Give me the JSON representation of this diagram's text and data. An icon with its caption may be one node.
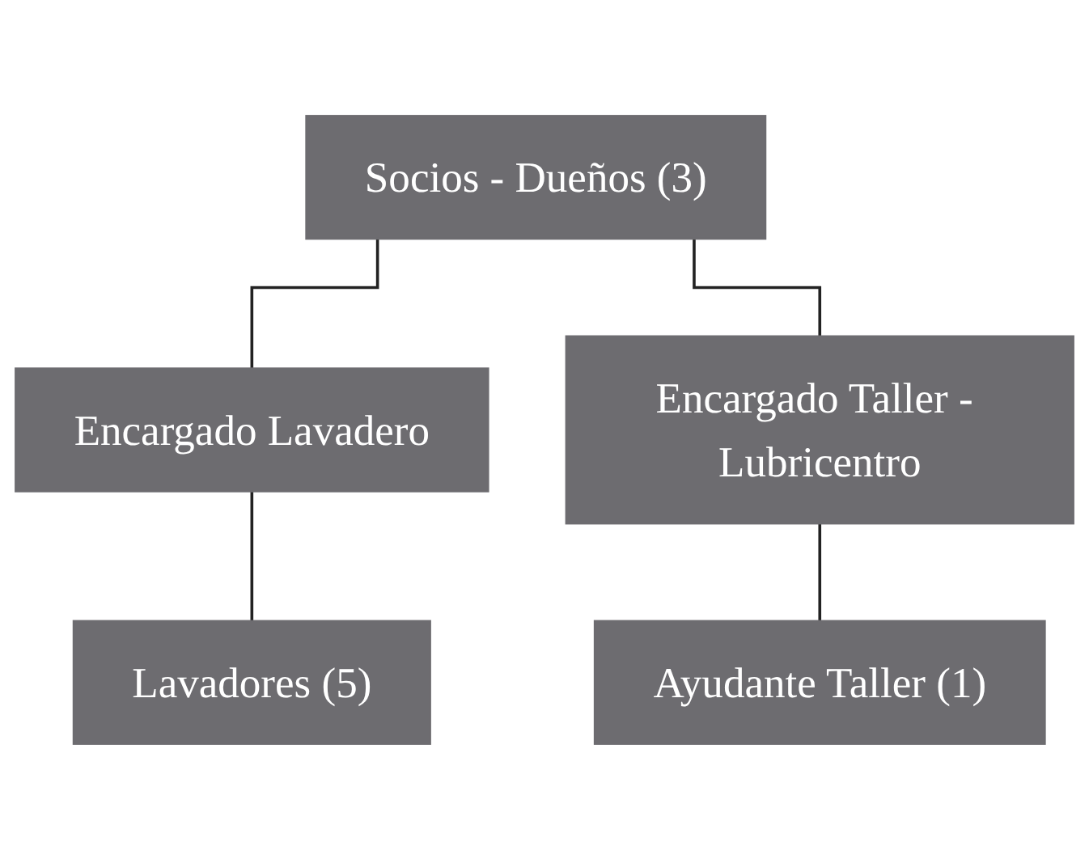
{
  "diagram": {
    "nodes": [
      {
        "text": [
          "Socios - Dueños (3)"
        ]
      },
      {
        "text": [
          "Encargado Lavadero"
        ]
      },
      {
        "text": [
          "Encargado Taller - Lubricentro"
        ]
      },
      {
        "text": [
          "Lavadores (5)"
        ]
      },
      {
        "text": [
          "Ayudante Taller (1)"
        ]
      }
    ],
    "edges": [
      {
        "from": 0,
        "to": 1,
        "arrow": "none"
      },
      {
        "from": 0,
        "to": 2,
        "arrow": "none"
      },
      {
        "from": 1,
        "to": 3,
        "arrow": "none"
      },
      {
        "from": 2,
        "to": 4,
        "arrow": "none"
      }
    ]
  }
}
